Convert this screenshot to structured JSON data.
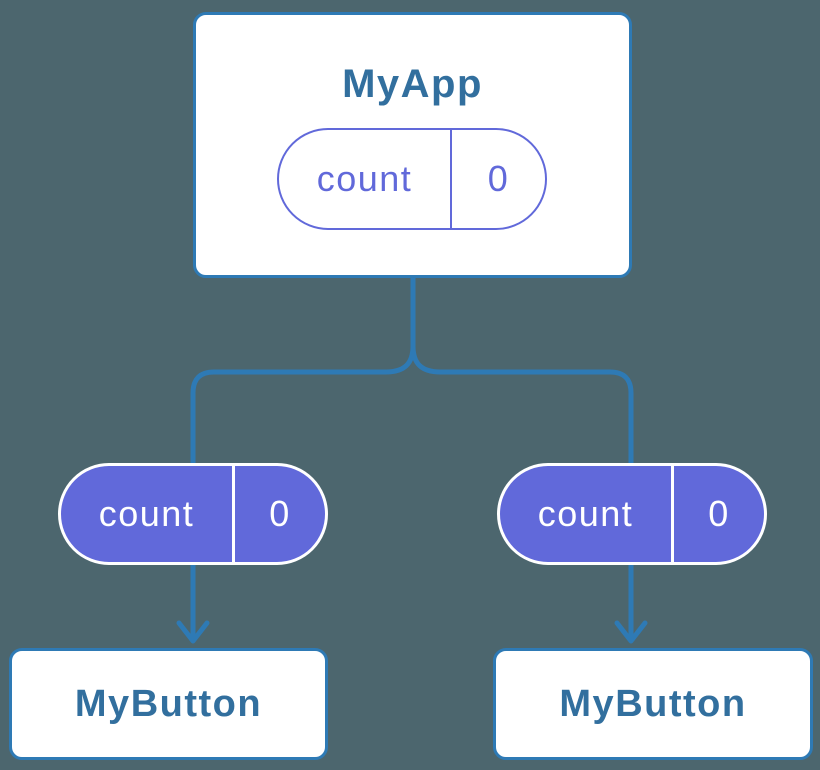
{
  "diagram": {
    "parent": {
      "title": "MyApp",
      "state": {
        "name": "count",
        "value": "0"
      }
    },
    "children": [
      {
        "title": "MyButton",
        "state": {
          "name": "count",
          "value": "0"
        }
      },
      {
        "title": "MyButton",
        "state": {
          "name": "count",
          "value": "0"
        }
      }
    ],
    "colors": {
      "background": "#4c666e",
      "connector_blue": "#2e7ab5",
      "node_border_blue": "#2e7ab5",
      "node_text_blue": "#326f9e",
      "state_purple": "#6169da",
      "node_background": "#ffffff",
      "pill_text_on_purple": "#ffffff"
    }
  }
}
